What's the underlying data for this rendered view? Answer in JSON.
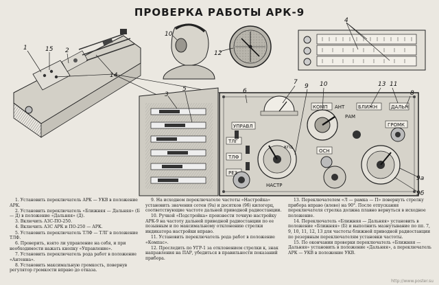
{
  "title": "ПРОВЕРКА РАБОТЫ АРК-9",
  "callouts": [
    "1",
    "15",
    "2",
    "14",
    "10",
    "12",
    "4",
    "3",
    "5",
    "6",
    "7",
    "8",
    "9",
    "10",
    "13",
    "11",
    "9а",
    "9б"
  ],
  "panel_labels": {
    "upravl": "УПРАВЛ",
    "tlg": "ТЛГ",
    "tlf": "ТЛФ",
    "res": "РЕЗ",
    "osn": "ОСН",
    "komp": "КОМП",
    "ant": "АНТ",
    "ram": "РАМ",
    "blizhn": "БЛИЖН",
    "dalnyaya": "ДАЛЬН",
    "gromk": "ГРОМК",
    "nastr": "НАСТР",
    "khz": "кгц"
  },
  "instructions": {
    "left": [
      "1. Установить переключатель АРК — УКВ в положение АРК.",
      "2. Установить переключатель «Ближняя — Дальняя» (Б — Д) в положение «Дальняя» (Д).",
      "3. Включить АЗС-ПО-250.",
      "4. Включить АЗС АРК и ПО-250 — АРК.",
      "5. Установить переключатель ТЛФ — ТЛГ в положение ТЛФ.",
      "6. Проверить, взято ли управление на себя, и при необходимости нажать кнопку «Управление».",
      "7. Установить переключатель рода работ в положение «Антенна».",
      "8. Установить максимальную громкость, повернув регулятор громкости вправо до отказа."
    ],
    "mid": [
      "9. На исходном переключателе частоты «Настройка» установить значения сотен (9а) и десятков (9б) килогерц, соответствующие частоте дальней приводной радиостанции.",
      "10. Ручкой «Подстройка» произвести точную настройку АРК-9 на частоту дальней приводной радиостанции по ее позывным и по максимальному отклонению стрелки индикатора настройки вправо.",
      "11. Установить переключатель рода работ в положение «Компас».",
      "12. Проследить по УГР-1 за отклонением стрелки к, знак направления на ПАР, убедиться в правильности показаний прибора."
    ],
    "right": [
      "13. Переключателем «Л — рамка — П» повернуть стрелку прибора вправо (влево) на 90°. После отпускания переключателя стрелка должна плавно вернуться в исходное положение.",
      "14. Переключатель «Ближняя — Дальняя» установить в положение «Ближняя» (Б) и выполнить мазнутывание по пп. 7, 9, 10, 11, 12, 13 для частоты ближней приводной радиостанции по резервным переключателям установки частоты.",
      "15. По окончании проверки переключатель «Ближняя — Дальняя» установить в положение «Дальняя», а переключатель АРК — УКВ в положение УКВ."
    ]
  },
  "footer": "http://www.poster.su"
}
